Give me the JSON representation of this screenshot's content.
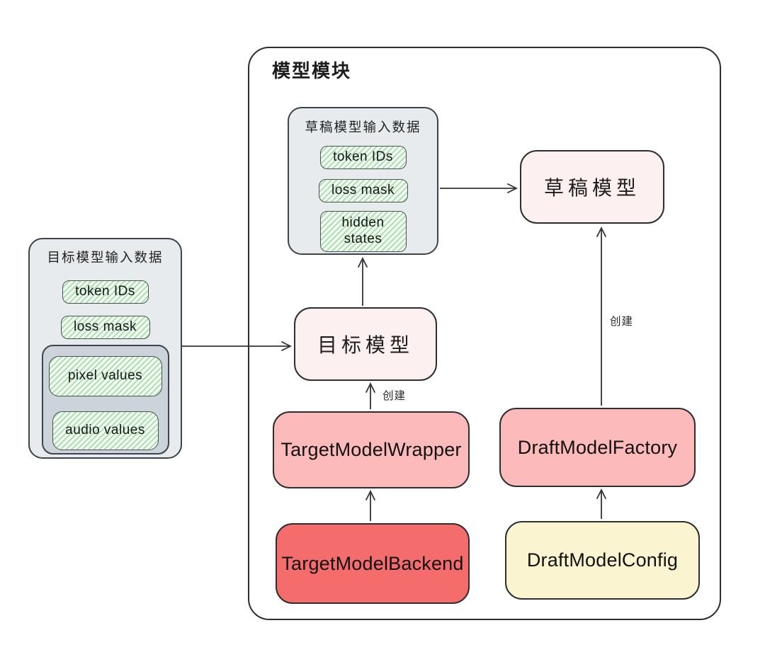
{
  "module": {
    "title": "模型模块"
  },
  "target_input": {
    "title": "目标模型输入数据",
    "items": [
      "token IDs",
      "loss mask"
    ],
    "media_items": [
      "pixel values",
      "audio values"
    ]
  },
  "draft_input": {
    "title": "草稿模型输入数据",
    "items": [
      "token IDs",
      "loss mask",
      "hidden states"
    ]
  },
  "nodes": {
    "target_model": "目标模型",
    "draft_model": "草稿模型",
    "wrapper": "TargetModelWrapper",
    "backend": "TargetModelBackend",
    "factory": "DraftModelFactory",
    "config": "DraftModelConfig"
  },
  "edges": [
    {
      "from": "目标模型输入数据",
      "to": "目标模型",
      "label": ""
    },
    {
      "from": "目标模型",
      "to": "草稿模型输入数据",
      "label": ""
    },
    {
      "from": "草稿模型输入数据",
      "to": "草稿模型",
      "label": ""
    },
    {
      "from": "TargetModelWrapper",
      "to": "目标模型",
      "label": "创建"
    },
    {
      "from": "TargetModelBackend",
      "to": "TargetModelWrapper",
      "label": ""
    },
    {
      "from": "DraftModelFactory",
      "to": "草稿模型",
      "label": "创建"
    },
    {
      "from": "DraftModelConfig",
      "to": "DraftModelFactory",
      "label": ""
    }
  ],
  "colors": {
    "group_fill": "#e8ebee",
    "subgroup_fill": "#ccd3da",
    "green_fill": "#f2faf2",
    "green_stripe": "#57be69",
    "pale_pink": "#fdf0f0",
    "salmon": "#fdbaba",
    "red": "#f56c6c",
    "yellow": "#fbf4d0",
    "stroke": "#2e2e2e"
  }
}
